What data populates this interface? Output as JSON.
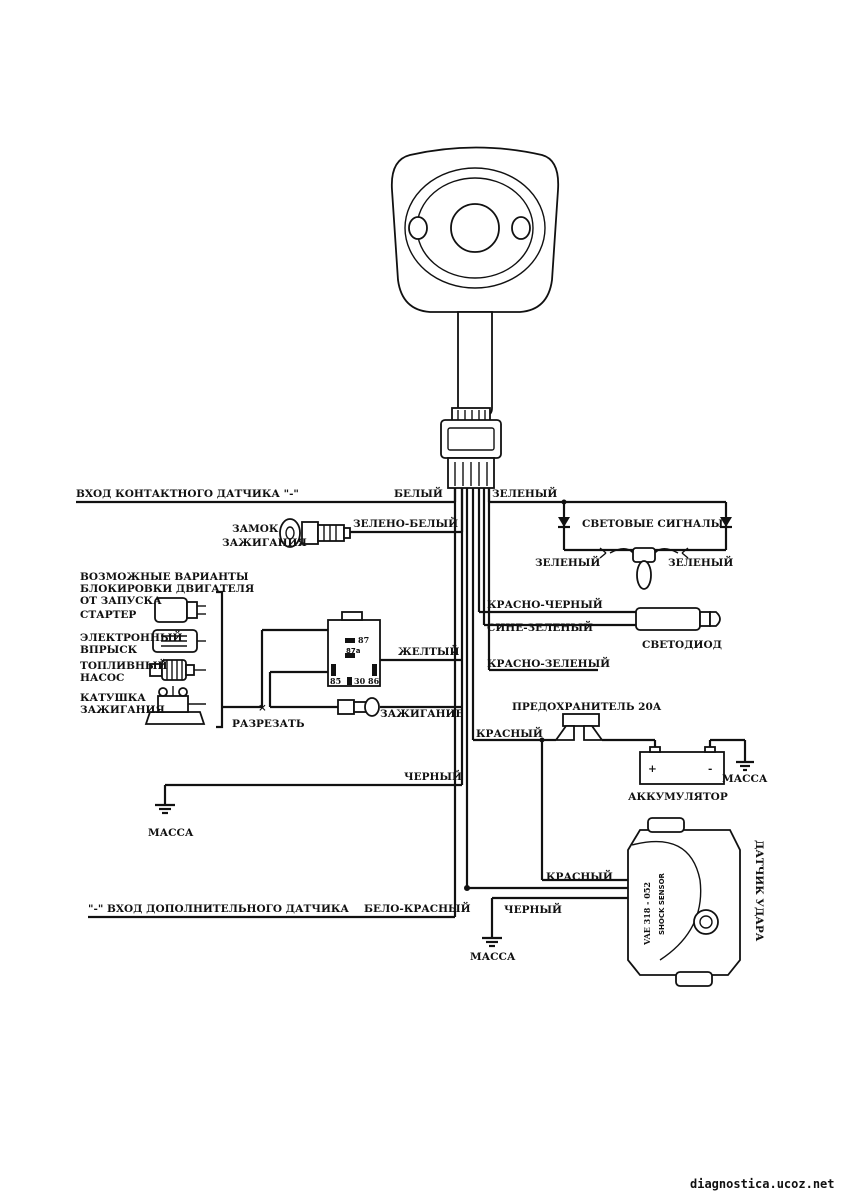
{
  "labels": {
    "contact_sensor_input": "ВХОД КОНТАКТНОГО ДАТЧИКА \"-\"",
    "white": "БЕЛЫЙ",
    "green": "ЗЕЛЕНЫЙ",
    "ignition_lock_1": "ЗАМОК",
    "ignition_lock_2": "ЗАЖИГАНИЯ",
    "green_white": "ЗЕЛЕНО-БЕЛЫЙ",
    "light_signals": "СВЕТОВЫЕ СИГНАЛЫ",
    "green_left": "ЗЕЛЕНЫЙ",
    "green_right": "ЗЕЛЕНЫЙ",
    "block_title_1": "ВОЗМОЖНЫЕ ВАРИАНТЫ",
    "block_title_2": "БЛОКИРОВКИ ДВИГАТЕЛЯ",
    "block_title_3": "ОТ ЗАПУСКА",
    "starter": "СТАРТЕР",
    "injection_1": "ЭЛЕКТРОННЫЙ",
    "injection_2": "ВПРЫСК",
    "fuel_pump_1": "ТОПЛИВНЫЙ",
    "fuel_pump_2": "НАСОС",
    "coil_1": "КАТУШКА",
    "coil_2": "ЗАЖИГАНИЯ",
    "cut": "РАЗРЕЗАТЬ",
    "ignition": "ЗАЖИГАНИЕ",
    "yellow": "ЖЕЛТЫЙ",
    "red_black": "КРАСНО-ЧЕРНЫЙ",
    "blue_green": "СИНЕ-ЗЕЛЕНЫЙ",
    "led": "СВЕТОДИОД",
    "red_green": "КРАСНО-ЗЕЛЕНЫЙ",
    "fuse": "ПРЕДОХРАНИТЕЛЬ 20А",
    "red_1": "КРАСНЫЙ",
    "battery": "АККУМУЛЯТОР",
    "ground_battery": "МАССА",
    "black_1": "ЧЕРНЫЙ",
    "ground_left": "МАССА",
    "red_2": "КРАСНЫЙ",
    "shock_sensor": "ДАТЧИК УДАРА",
    "extra_sensor_input": "\"-\" ВХОД ДОПОЛНИТЕЛЬНОГО ДАТЧИКА",
    "white_red": "БЕЛО-КРАСНЫЙ",
    "black_2": "ЧЕРНЫЙ",
    "ground_bottom": "МАССА",
    "relay_87": "87",
    "relay_87a": "87a",
    "relay_85": "85",
    "relay_86": "86",
    "relay_30": "30",
    "sensor_model": "VAE 318 - 052",
    "sensor_sub": "SHOCK SENSOR",
    "battery_plus": "+",
    "battery_minus": "-",
    "watermark": "diagnostica.ucoz.net"
  }
}
